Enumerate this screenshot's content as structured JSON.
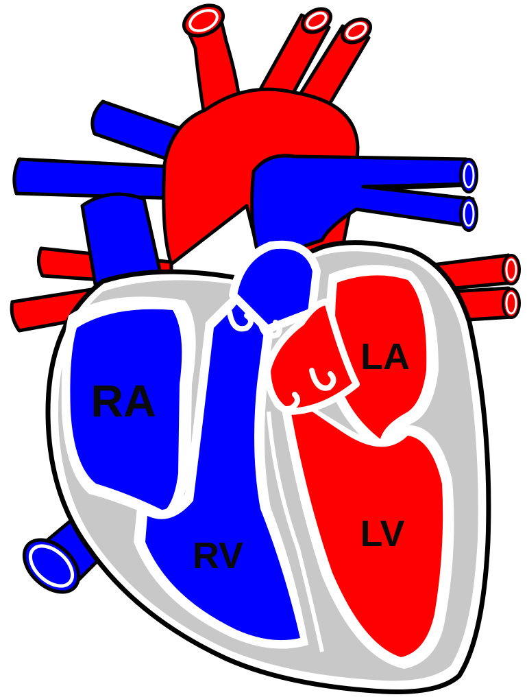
{
  "diagram": {
    "labels": {
      "right_atrium": "RA",
      "right_ventricle": "RV",
      "left_atrium": "LA",
      "left_ventricle": "LV"
    },
    "colors": {
      "oxygenated": "#ff0000",
      "deoxygenated": "#0000ff",
      "wall": "#ffffff",
      "septum_fill": "#c8c8c8",
      "outline": "#000000",
      "background": "#ffffff"
    }
  }
}
